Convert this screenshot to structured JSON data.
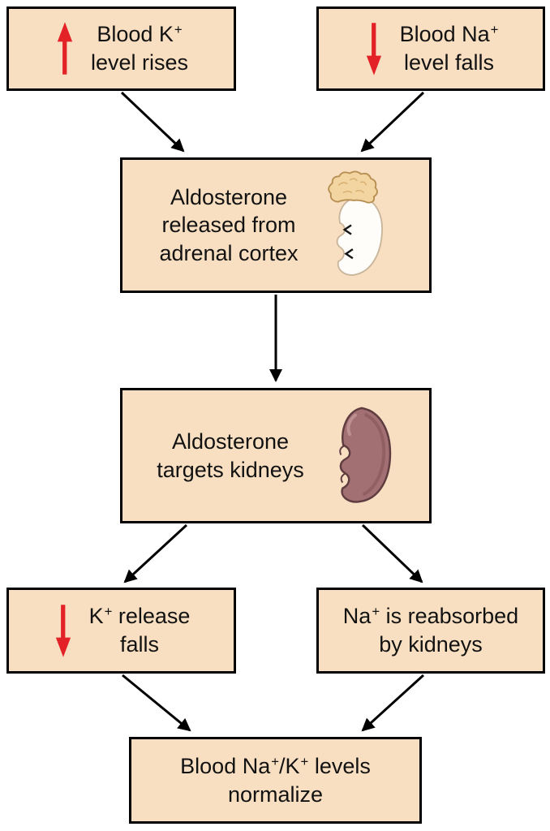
{
  "palette": {
    "box_fill": "#f8dfc1",
    "box_border": "#000000",
    "connector_color": "#000000",
    "red_arrow": "#e32227",
    "adrenal_cap_fill": "#f2d5a0",
    "kidney_fill": "#a26f72"
  },
  "boxes": {
    "k_rises": {
      "text": "Blood K^+\nlevel rises",
      "indicator": "red-up-arrow"
    },
    "na_falls": {
      "text": "Blood Na^+\nlevel falls",
      "indicator": "red-down-arrow"
    },
    "aldosterone_released": {
      "text": "Aldosterone\nreleased from\nadrenal cortex",
      "icon": "adrenal-gland-icon"
    },
    "aldosterone_targets": {
      "text": "Aldosterone\ntargets kidneys",
      "icon": "kidney-icon"
    },
    "k_release_falls": {
      "text": "K^+ release\nfalls",
      "indicator": "red-down-arrow"
    },
    "na_reabsorbed": {
      "text": "Na^+ is reabsorbed\nby kidneys"
    },
    "levels_normalize": {
      "text": "Blood Na^+/K^+ levels\nnormalize"
    }
  },
  "connectors": [
    {
      "from": "k_rises",
      "to": "aldosterone_released"
    },
    {
      "from": "na_falls",
      "to": "aldosterone_released"
    },
    {
      "from": "aldosterone_released",
      "to": "aldosterone_targets"
    },
    {
      "from": "aldosterone_targets",
      "to": "k_release_falls"
    },
    {
      "from": "aldosterone_targets",
      "to": "na_reabsorbed"
    },
    {
      "from": "k_release_falls",
      "to": "levels_normalize"
    },
    {
      "from": "na_reabsorbed",
      "to": "levels_normalize"
    }
  ]
}
